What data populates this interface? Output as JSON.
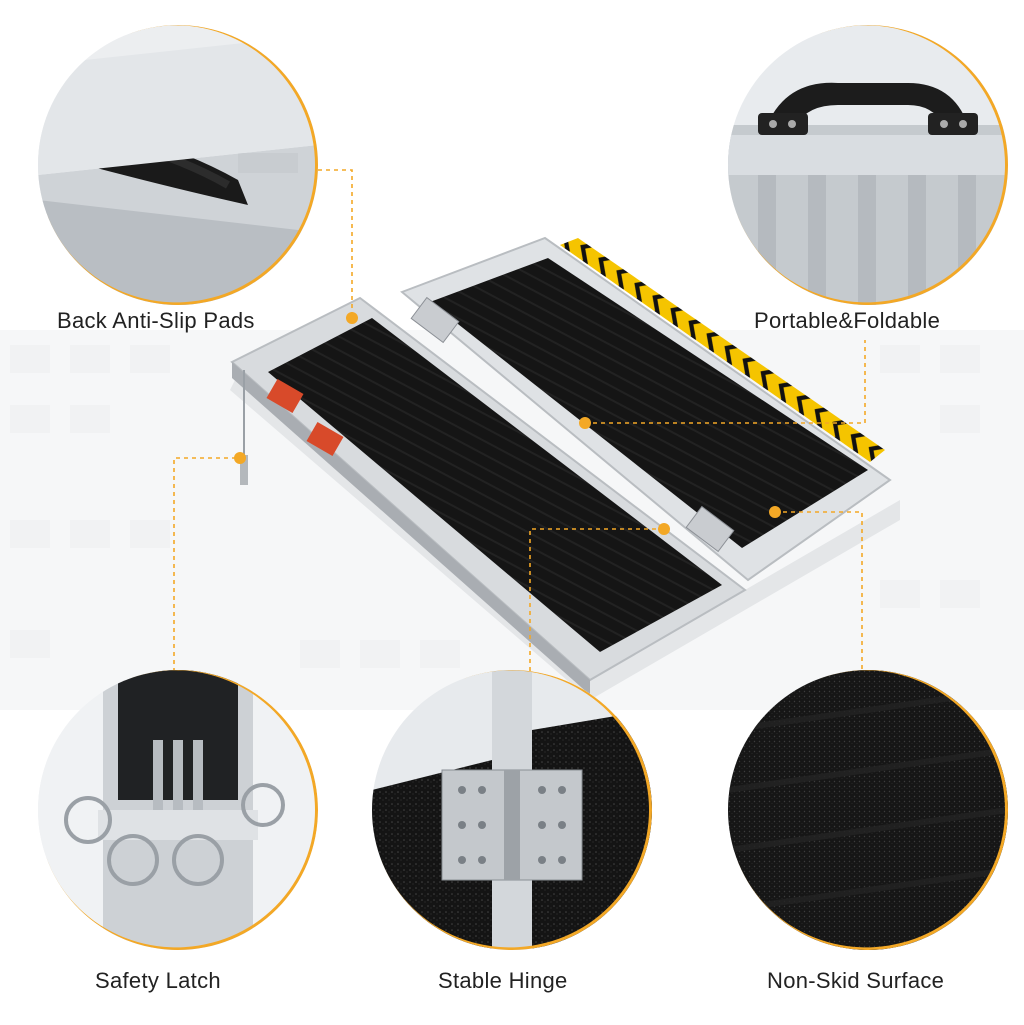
{
  "features": {
    "back_anti_slip": "Back Anti-Slip Pads",
    "portable_foldable": "Portable&Foldable",
    "safety_latch": "Safety Latch",
    "stable_hinge": "Stable Hinge",
    "non_skid_surface": "Non-Skid Surface"
  },
  "colors": {
    "accent": "#f3a826",
    "surface": "#1a1a1a",
    "aluminum": "#d6d9dc",
    "hazard_yellow": "#f5c400"
  }
}
